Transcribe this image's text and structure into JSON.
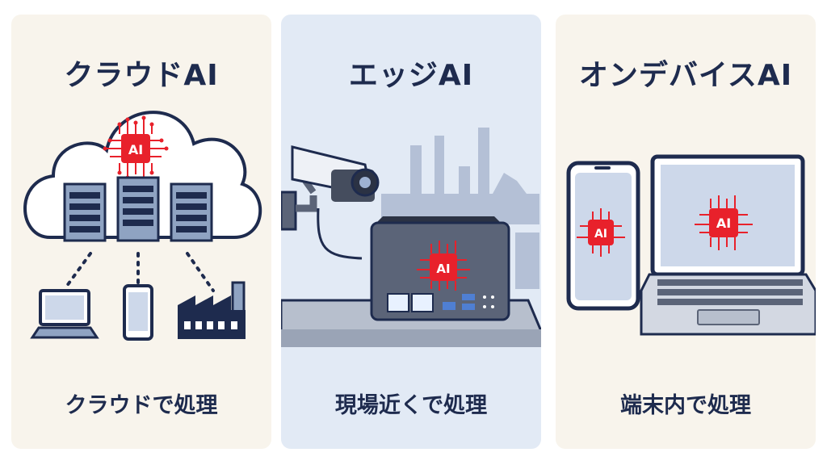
{
  "panels": [
    {
      "title": "クラウドAI",
      "caption": "クラウドで処理"
    },
    {
      "title": "エッジAI",
      "caption": "現場近くで処理"
    },
    {
      "title": "オンデバイスAI",
      "caption": "端末内で処理"
    }
  ],
  "chip_label": "AI",
  "colors": {
    "navy": "#1e2b4e",
    "chip_red": "#e8212b",
    "panel_warm": "#f8f4ec",
    "panel_blue": "#e2eaf5"
  },
  "icons": [
    "cloud-icon",
    "server-icon",
    "laptop-icon",
    "smartphone-icon",
    "factory-icon",
    "security-camera-icon",
    "edge-device-icon",
    "ai-chip-icon"
  ]
}
